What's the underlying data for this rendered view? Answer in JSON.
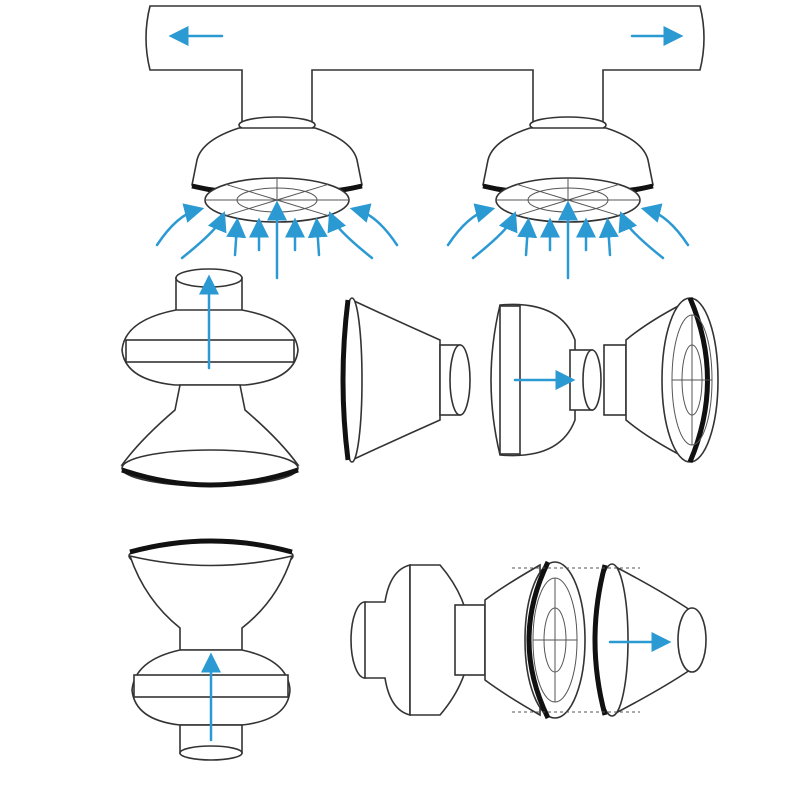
{
  "colors": {
    "airflow_arrow": "#2b9ad3",
    "outline": "#333333",
    "gasket": "#111111",
    "background": "#ffffff"
  },
  "icons": [
    "duct",
    "extraction-hood",
    "inline-fan",
    "airflow-arrow",
    "grille-filter"
  ]
}
